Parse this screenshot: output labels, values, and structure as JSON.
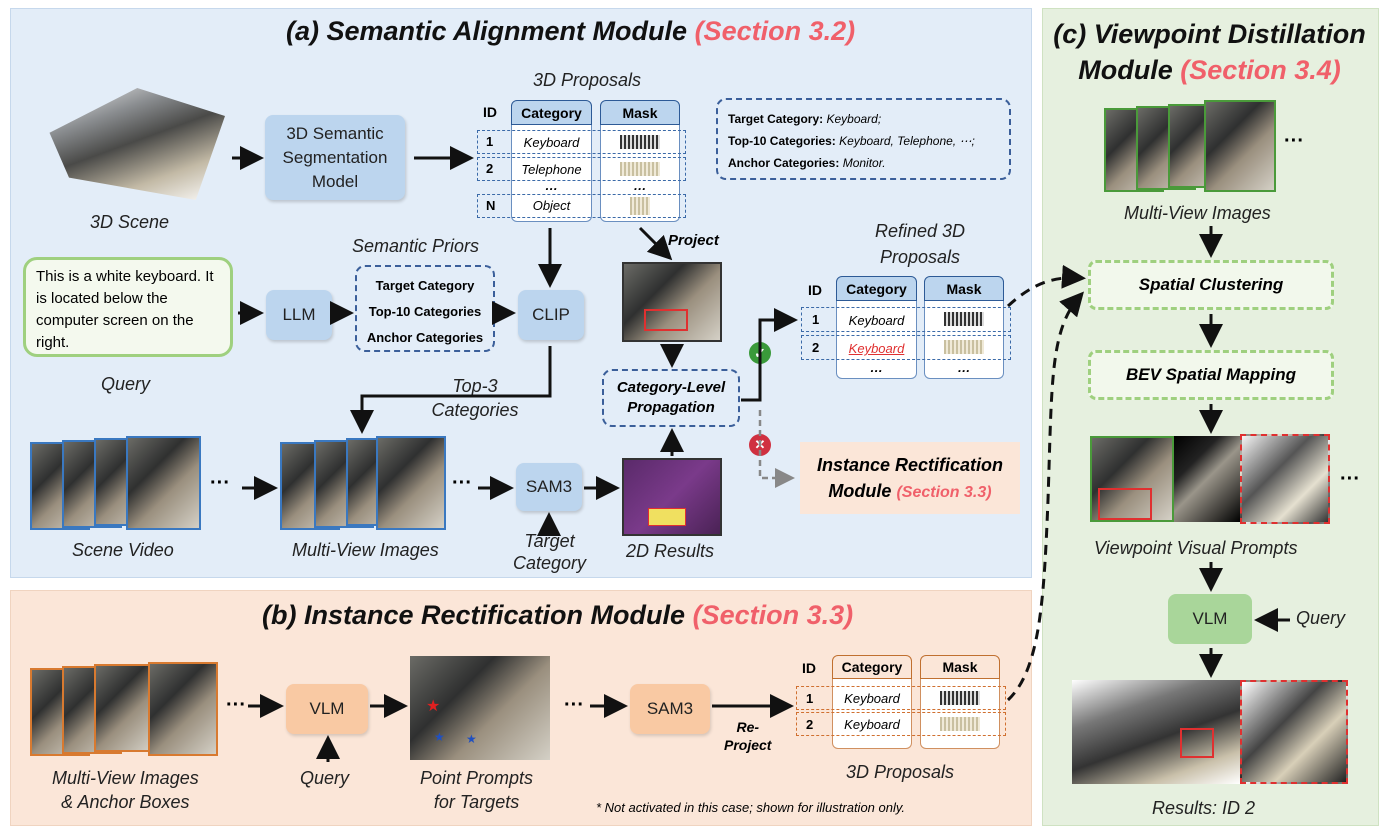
{
  "panel_a": {
    "title": "(a) Semantic Alignment Module",
    "section": "(Section 3.2)",
    "scene_label": "3D Scene",
    "seg_model": "3D Semantic Segmentation Model",
    "proposals_title": "3D Proposals",
    "table_headers": {
      "id": "ID",
      "category": "Category",
      "mask": "Mask"
    },
    "proposal_rows": [
      {
        "id": "1",
        "category": "Keyboard"
      },
      {
        "id": "2",
        "category": "Telephone"
      },
      {
        "id": "",
        "category": "…"
      },
      {
        "id": "N",
        "category": "Object"
      }
    ],
    "info_box": [
      {
        "key": "Target Category:",
        "value": "Keyboard;"
      },
      {
        "key": "Top-10 Categories:",
        "value": "Keyboard, Telephone, ⋯;"
      },
      {
        "key": "Anchor Categories:",
        "value": "Monitor."
      }
    ],
    "query_text": "This is a white keyboard. It is located below the computer screen on the right.",
    "query_label": "Query",
    "llm": "LLM",
    "priors_title": "Semantic Priors",
    "priors": [
      "Target Category",
      "Top-10  Categories",
      "Anchor Categories"
    ],
    "clip": "CLIP",
    "project": "Project",
    "propagation": "Category-Level Propagation",
    "refined_title": "Refined 3D Proposals",
    "refined_rows": [
      {
        "id": "1",
        "category": "Keyboard"
      },
      {
        "id": "2",
        "category": "Keyboard"
      },
      {
        "id": "",
        "category": "…"
      }
    ],
    "top3": "Top-3 Categories",
    "scene_video": "Scene Video",
    "multi_view": "Multi-View Images",
    "sam3": "SAM3",
    "target_category": "Target Category",
    "results_2d": "2D Results",
    "rect_box": "Instance Rectification",
    "rect_box2": "Module",
    "rect_section": "(Section 3.3)",
    "ellipsis": "···"
  },
  "panel_b": {
    "title": "(b) Instance Rectification Module",
    "section": "(Section 3.3)",
    "multi_view": "Multi-View Images",
    "anchor": "& Anchor Boxes",
    "vlm": "VLM",
    "query": "Query",
    "point_prompts": "Point Prompts",
    "for_targets": "for Targets",
    "sam3": "SAM3",
    "reproject": "Re-",
    "reproject2": "Project",
    "proposals_title": "3D Proposals",
    "rows": [
      {
        "id": "1",
        "category": "Keyboard"
      },
      {
        "id": "2",
        "category": "Keyboard"
      }
    ],
    "note": "* Not activated in this case; shown for illustration only."
  },
  "panel_c": {
    "title": "(c) Viewpoint Distillation",
    "title2": "Module",
    "section": "(Section 3.4)",
    "multi_view": "Multi-View Images",
    "spatial": "Spatial Clustering",
    "bev": "BEV Spatial Mapping",
    "visual_prompts": "Viewpoint Visual Prompts",
    "vlm": "VLM",
    "query": "Query",
    "results": "Results: ID 2"
  },
  "colors": {
    "panel_a_bg": "#e3edf8",
    "panel_b_bg": "#fbe6d8",
    "panel_c_bg": "#e6f0df",
    "section_red": "#f0606a",
    "check_green": "#3a9a3a",
    "cross_red": "#d03040"
  }
}
